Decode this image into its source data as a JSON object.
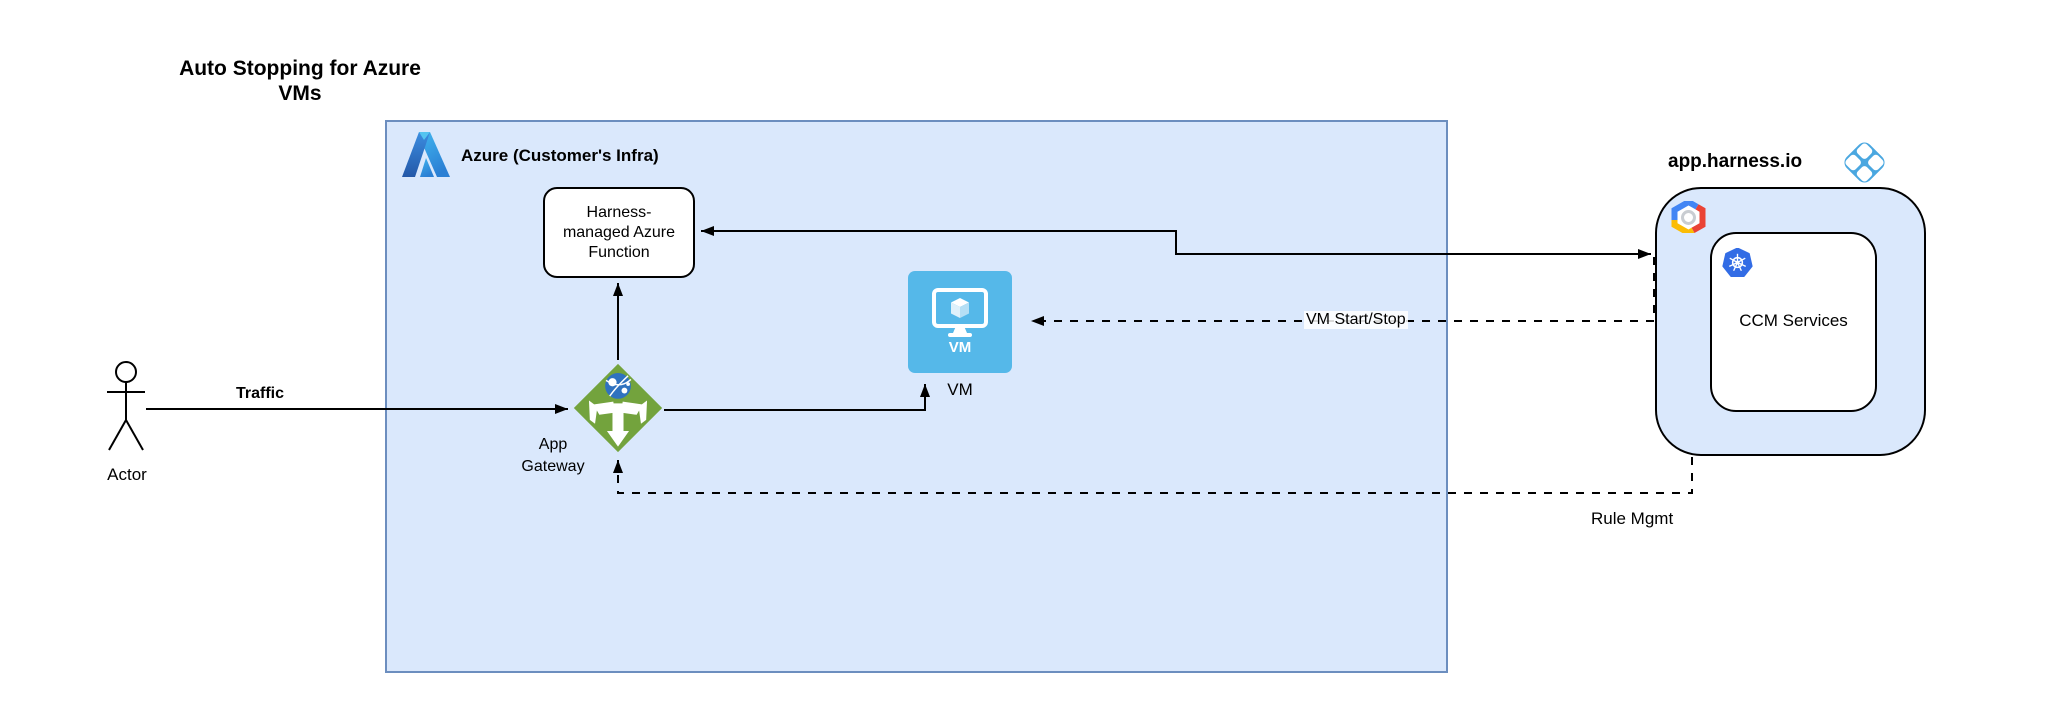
{
  "diagram_title": {
    "line1": "Auto Stopping for Azure",
    "line2": "VMs"
  },
  "azure_group": {
    "label": "Azure (Customer's Infra)"
  },
  "function_node": {
    "lines": [
      "Harness-",
      "managed Azure",
      "Function"
    ]
  },
  "vm_node": {
    "icon_label": "VM",
    "label": "VM"
  },
  "gateway_node": {
    "label_line1": "App",
    "label_line2": "Gateway"
  },
  "actor_node": {
    "label": "Actor"
  },
  "harness_group": {
    "label": "app.harness.io",
    "ccm_label": "CCM Services"
  },
  "edges": {
    "traffic_label": "Traffic",
    "vm_start_stop_label": "VM Start/Stop",
    "rule_mgmt_label": "Rule Mgmt"
  },
  "icons": {
    "azure_logo": "azure-a-logo",
    "harness_logo": "harness-diamond-logo",
    "gcp_logo": "google-cloud-hexagon-logo",
    "kubernetes_icon": "kubernetes-wheel-icon",
    "vm_icon": "virtual-machine-monitor-icon",
    "app_gateway_icon": "application-gateway-diamond-icon",
    "actor_icon": "actor-stick-figure-icon"
  },
  "colors": {
    "group_fill": "#dae8fc",
    "azure_group_border": "#6c8ebf",
    "box_border": "#000000",
    "vm_fill": "#55b8e9",
    "gateway_green": "#73a33d",
    "harness_blue": "#4aa7e0",
    "kubernetes_blue": "#326ce5",
    "connector": "#000000"
  }
}
